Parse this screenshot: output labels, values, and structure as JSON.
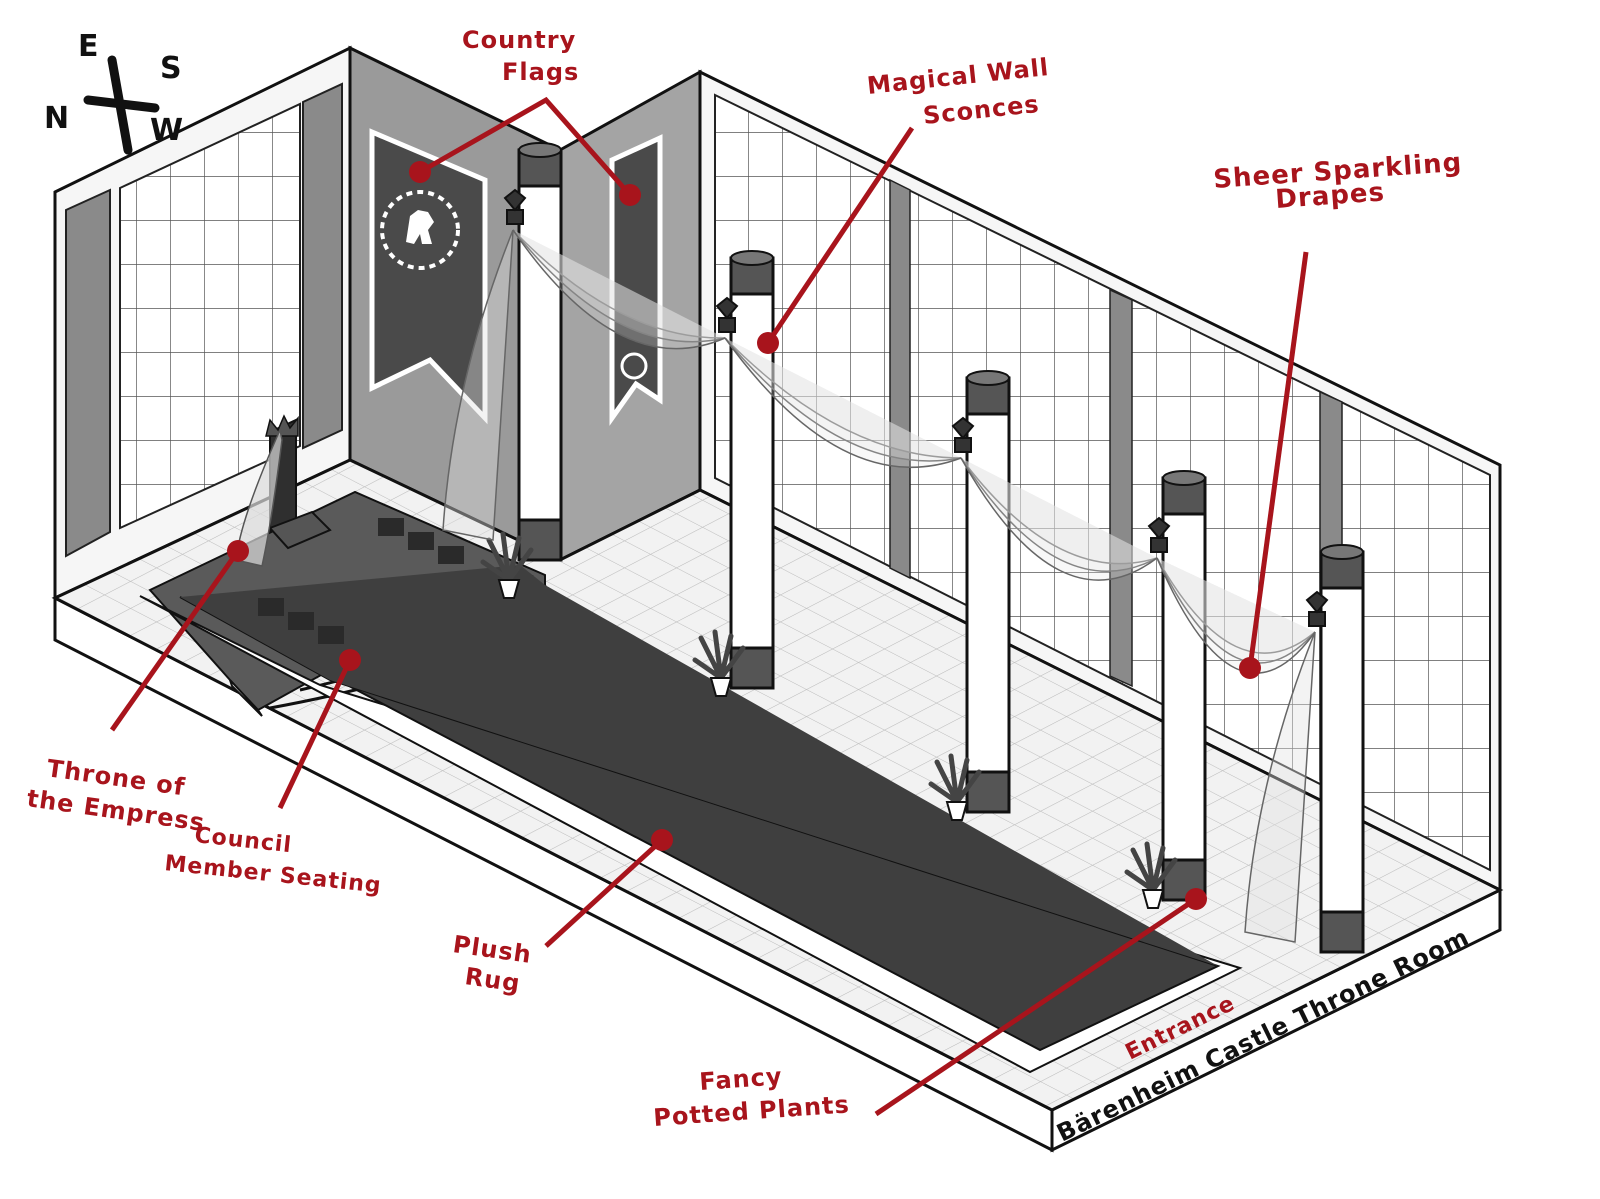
{
  "title": "Bärenheim Castle Throne Room",
  "entrance_label": "Entrance",
  "compass": {
    "n": "N",
    "e": "E",
    "s": "S",
    "w": "W"
  },
  "labels": {
    "country_flags": [
      "Country",
      "Flags"
    ],
    "magical_wall_sconces": [
      "Magical Wall",
      "Sconces"
    ],
    "sheer_sparkling_drapes": [
      "Sheer Sparkling",
      "Drapes"
    ],
    "throne_of_the_empress": [
      "Throne of",
      "the Empress"
    ],
    "council_member_seating": [
      "Council",
      "Member Seating"
    ],
    "plush_rug": [
      "Plush",
      "Rug"
    ],
    "fancy_potted_plants": [
      "Fancy",
      "Potted Plants"
    ]
  },
  "colors": {
    "annotation": "#a8141c",
    "ink": "#111111",
    "wall_panel": "#8a8a8a",
    "flag": "#4a4a4a",
    "rug": "#3f3f3f",
    "floor": "#ededed"
  }
}
